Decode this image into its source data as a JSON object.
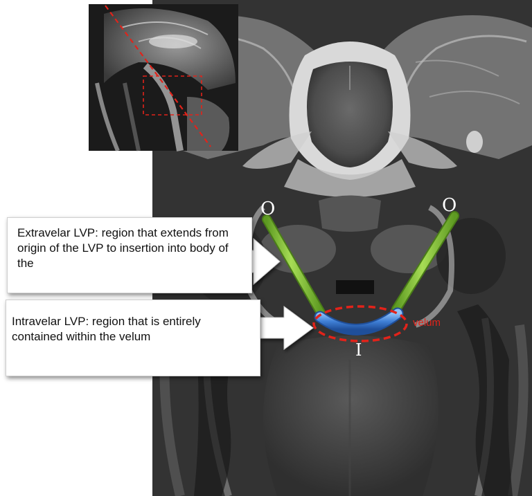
{
  "labels": {
    "origin_left": "O",
    "origin_right": "O",
    "insertion": "I",
    "velum": "velum"
  },
  "callouts": {
    "extravelar": "Extravelar LVP: region that extends from origin of the LVP to insertion into body of the",
    "intravelar": "Intravelar LVP: region that is entirely contained within the velum"
  },
  "colors": {
    "extravelar_segment": "#8cc63f",
    "intravelar_segment": "#3f7fd6",
    "velum_outline": "#e2231a",
    "inset_cut_line": "#e2231a",
    "label_text": "#ffffff"
  }
}
